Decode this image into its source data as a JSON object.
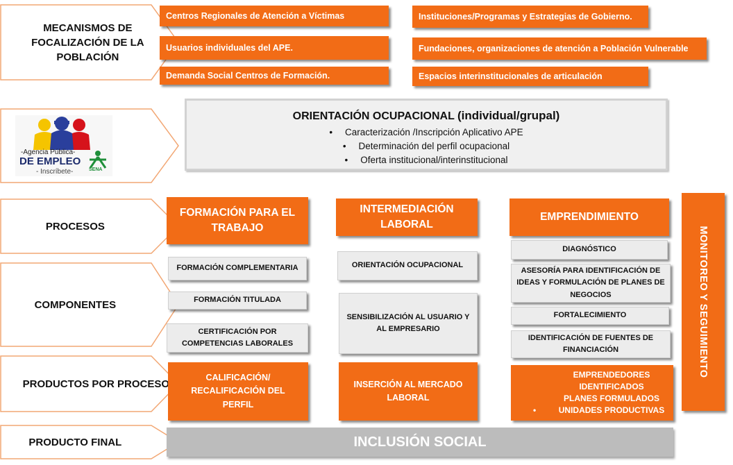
{
  "rows": {
    "mecanismos": "MECANISMOS DE FOCALIZACIÓN DE LA POBLACIÓN",
    "procesos": "PROCESOS",
    "componentes": "COMPONENTES",
    "productos": "PRODUCTOS POR PROCESO",
    "final": "PRODUCTO FINAL"
  },
  "logo": {
    "line1": "-Agencia Pública-",
    "line2": "DE EMPLEO",
    "line3": "- Inscríbete-",
    "sena": "SENA"
  },
  "mechanisms": {
    "left": [
      "Centros Regionales de Atención a Víctimas",
      "Usuarios individuales del APE.",
      "Demanda Social Centros de Formación."
    ],
    "right": [
      "Instituciones/Programas y Estrategias de Gobierno.",
      "Fundaciones, organizaciones de atención a Población Vulnerable",
      "Espacios interinstitucionales de articulación"
    ]
  },
  "orientacion": {
    "title_main": "ORIENTACIÓN OCUPACIONAL",
    "title_suffix": "(individual/grupal)",
    "bullet": "•",
    "items": [
      "Caracterización /Inscripción Aplicativo  APE",
      "Determinación del perfil ocupacional",
      "Oferta institucional/interinstitucional"
    ]
  },
  "processes": [
    "FORMACIÓN PARA EL TRABAJO",
    "INTERMEDIACIÓN LABORAL",
    "EMPRENDIMIENTO"
  ],
  "components": {
    "formacion": [
      "FORMACIÓN COMPLEMENTARIA",
      "FORMACIÓN TITULADA",
      "CERTIFICACIÓN POR COMPETENCIAS LABORALES"
    ],
    "intermediacion": [
      "ORIENTACIÓN OCUPACIONAL",
      "SENSIBILIZACIÓN AL USUARIO Y AL EMPRESARIO"
    ],
    "emprendimiento": [
      "DIAGNÓSTICO",
      "ASESORÍA PARA IDENTIFICACIÓN DE IDEAS Y FORMULACIÓN DE PLANES DE NEGOCIOS",
      "FORTALECIMIENTO",
      "IDENTIFICACIÓN DE FUENTES DE FINANCIACIÓN"
    ]
  },
  "products": {
    "formacion": "CALIFICACIÓN/ RECALIFICACIÓN DEL PERFIL",
    "intermediacion": "INSERCIÓN AL MERCADO LABORAL",
    "emprendimiento": [
      "EMPRENDEDORES IDENTIFICADOS",
      "PLANES FORMULADOS",
      "UNIDADES PRODUCTIVAS"
    ],
    "bullet": "•"
  },
  "monitoreo": "MONITOREO Y  SEGUIMIENTO",
  "producto_final": "INCLUSIÓN SOCIAL",
  "colors": {
    "orange": "#f26c16",
    "gray_box": "#ececec",
    "final_gray": "#bcbcbc",
    "arrow_border": "#f2a774"
  }
}
